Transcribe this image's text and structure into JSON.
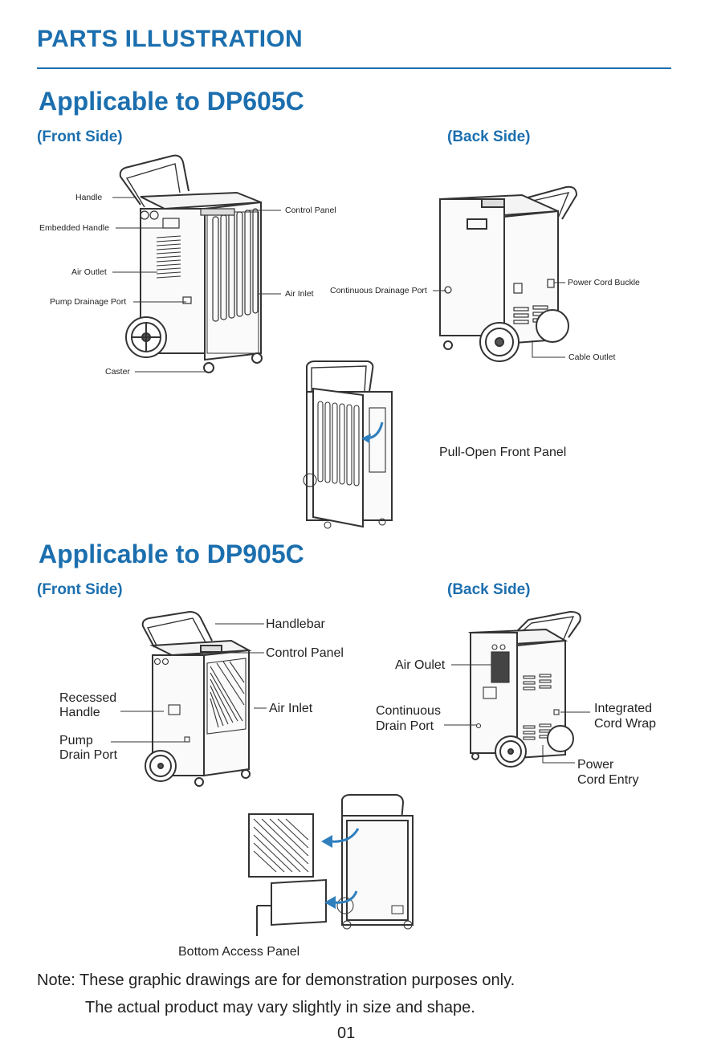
{
  "header": {
    "title": "PARTS ILLUSTRATION"
  },
  "section1": {
    "title": "Applicable to DP605C",
    "front_heading": "(Front Side)",
    "back_heading": "(Back Side)",
    "front_labels": {
      "handle": "Handle",
      "embedded_handle": "Embedded Handle",
      "air_outlet": "Air Outlet",
      "pump_drainage_port": "Pump Drainage Port",
      "caster": "Caster",
      "control_panel": "Control Panel",
      "air_inlet": "Air Inlet"
    },
    "back_labels": {
      "continuous_drainage_port": "Continuous Drainage Port",
      "power_cord_buckle": "Power Cord Buckle",
      "cable_outlet": "Cable Outlet"
    },
    "pull_open_caption": "Pull-Open Front Panel"
  },
  "section2": {
    "title": "Applicable to DP905C",
    "front_heading": "(Front Side)",
    "back_heading": "(Back Side)",
    "front_labels": {
      "handlebar": "Handlebar",
      "control_panel": "Control Panel",
      "recessed_handle_1": "Recessed",
      "recessed_handle_2": "Handle",
      "air_inlet": "Air Inlet",
      "pump_drain_port_1": "Pump",
      "pump_drain_port_2": "Drain Port"
    },
    "back_labels": {
      "air_outlet": "Air Oulet",
      "continuous_drain_port_1": "Continuous",
      "continuous_drain_port_2": "Drain Port",
      "integrated_cord_wrap_1": "Integrated",
      "integrated_cord_wrap_2": "Cord Wrap",
      "power_cord_entry_1": "Power",
      "power_cord_entry_2": "Cord Entry"
    },
    "bottom_access_caption": "Bottom Access Panel"
  },
  "footer": {
    "note_label": "Note:",
    "note_line1": " These graphic drawings are for demonstration purposes only.",
    "note_line2": "The actual product may vary slightly in size and shape.",
    "page_number": "01"
  },
  "colors": {
    "accent": "#1c6fae",
    "text": "#222222",
    "arrow": "#2f7fbd"
  }
}
